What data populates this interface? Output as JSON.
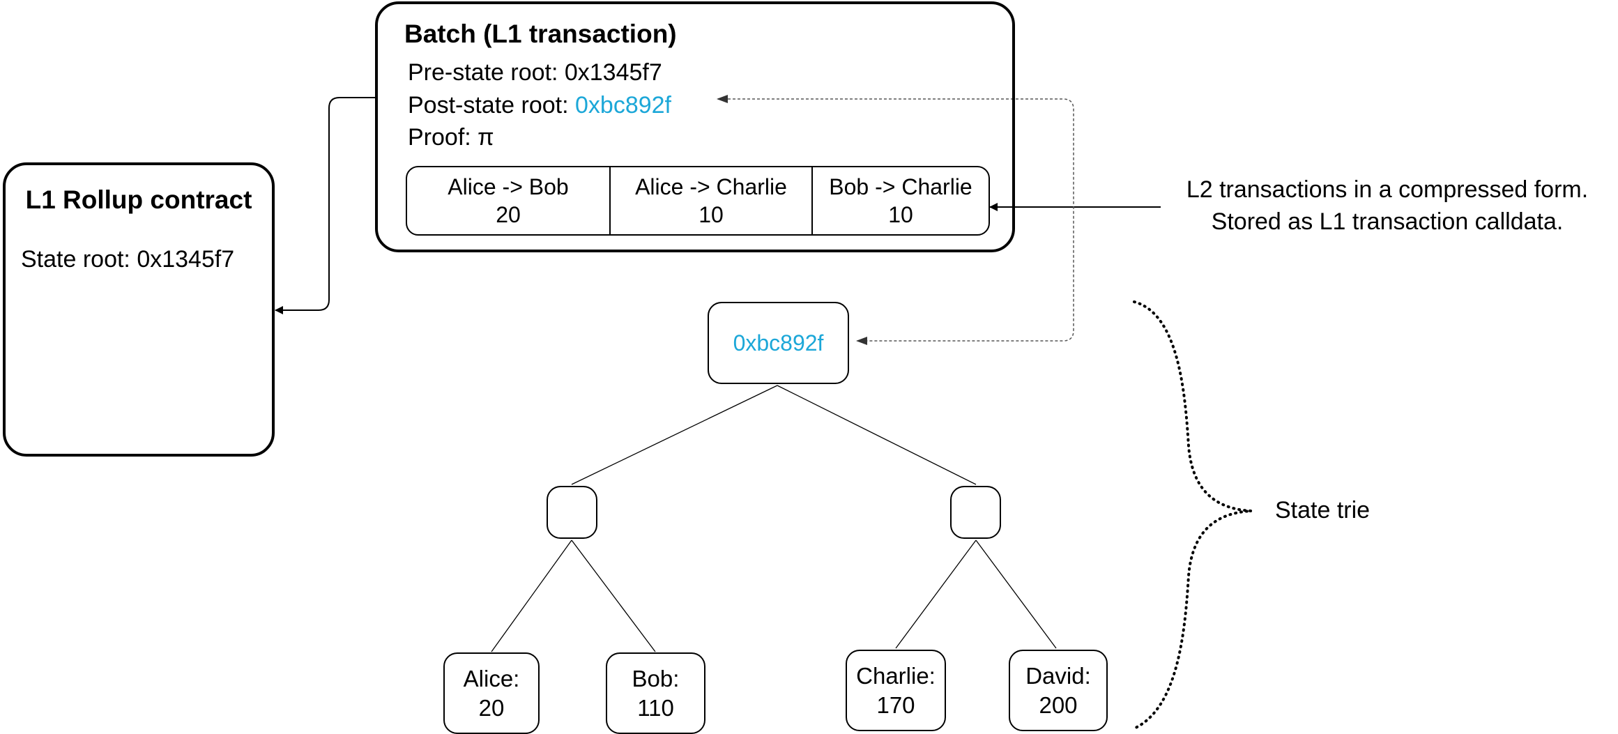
{
  "rollup_contract": {
    "title": "L1 Rollup contract",
    "state_root_label": "State root: 0x1345f7"
  },
  "batch": {
    "title": "Batch (L1 transaction)",
    "pre_state_root_label": "Pre-state root: 0x1345f7",
    "post_state_root_prefix": "Post-state root: ",
    "post_state_root_value": "0xbc892f",
    "proof_label": "Proof: π",
    "transactions": [
      {
        "route": "Alice -> Bob",
        "amount": "20"
      },
      {
        "route": "Alice -> Charlie",
        "amount": "10"
      },
      {
        "route": "Bob -> Charlie",
        "amount": "10"
      }
    ]
  },
  "l2_note": {
    "line1": "L2 transactions in a compressed form.",
    "line2": "Stored as L1 transaction calldata."
  },
  "trie": {
    "root_hash": "0xbc892f",
    "label": "State trie",
    "leaves": [
      {
        "name": "Alice:",
        "balance": "20"
      },
      {
        "name": "Bob:",
        "balance": "110"
      },
      {
        "name": "Charlie:",
        "balance": "170"
      },
      {
        "name": "David:",
        "balance": "200"
      }
    ]
  },
  "colors": {
    "accent": "#1ca7d8",
    "stroke": "#000000",
    "dashed": "#555555"
  }
}
